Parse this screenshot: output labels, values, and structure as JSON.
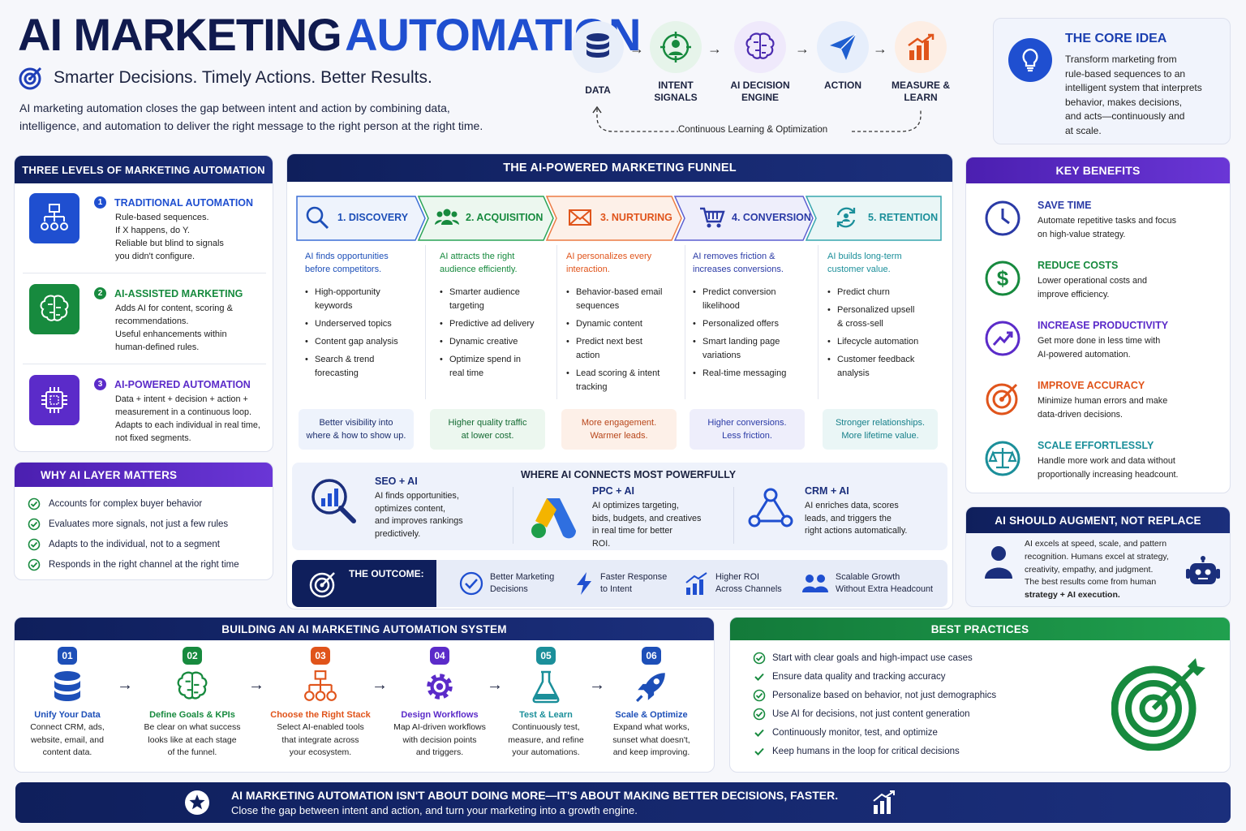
{
  "header": {
    "title_part1": "AI MARKETING",
    "title_part2": "AUTOMATION",
    "subtitle": "Smarter Decisions. Timely Actions. Better Results.",
    "intro_line1": "AI marketing automation closes the gap between intent and action by combining data,",
    "intro_line2": "intelligence, and automation to deliver the right message to the right person at the right time."
  },
  "flow": {
    "items": [
      {
        "label1": "DATA",
        "label2": ""
      },
      {
        "label1": "INTENT",
        "label2": "SIGNALS"
      },
      {
        "label1": "AI DECISION",
        "label2": "ENGINE"
      },
      {
        "label1": "ACTION",
        "label2": ""
      },
      {
        "label1": "MEASURE &",
        "label2": "LEARN"
      }
    ],
    "loop_label": "Continuous Learning & Optimization"
  },
  "core": {
    "title": "THE CORE IDEA",
    "lines": [
      "Transform marketing from",
      "rule-based sequences to an",
      "intelligent system that interprets",
      "behavior, makes decisions,",
      "and acts—continuously and",
      "at scale."
    ]
  },
  "levels": {
    "title": "THREE LEVELS OF MARKETING AUTOMATION",
    "items": [
      {
        "num": "1",
        "title": "TRADITIONAL AUTOMATION",
        "lines": [
          "Rule-based sequences.",
          "If X happens, do Y.",
          "Reliable but blind to signals",
          "you didn't configure."
        ]
      },
      {
        "num": "2",
        "title": "AI-ASSISTED MARKETING",
        "lines": [
          "Adds AI for content, scoring &",
          "recommendations.",
          "Useful enhancements within",
          "human-defined rules."
        ]
      },
      {
        "num": "3",
        "title": "AI-POWERED AUTOMATION",
        "lines": [
          "Data + intent + decision + action +",
          "measurement in a continuous loop.",
          "Adapts to each individual in real time,",
          "not fixed segments."
        ]
      }
    ]
  },
  "why": {
    "title": "WHY AI LAYER MATTERS",
    "items": [
      "Accounts for complex buyer behavior",
      "Evaluates more signals, not just a few rules",
      "Adapts to the individual, not to a segment",
      "Responds in the right channel at the right time"
    ]
  },
  "funnel": {
    "title": "THE AI-POWERED MARKETING FUNNEL",
    "stages": [
      {
        "label": "1. DISCOVERY",
        "color": "#1d4fb8",
        "lead": [
          "AI finds opportunities",
          "before competitors."
        ],
        "bullets": [
          "High-opportunity keywords",
          "Underserved topics",
          "Content gap analysis",
          "Search & trend forecasting"
        ],
        "result": [
          "Better visibility into",
          "where & how to show up."
        ]
      },
      {
        "label": "2. ACQUISITION",
        "color": "#178a3e",
        "lead": [
          "AI attracts the right",
          "audience efficiently."
        ],
        "bullets": [
          "Smarter audience targeting",
          "Predictive ad delivery",
          "Dynamic creative",
          "Optimize spend in real time"
        ],
        "result": [
          "Higher quality traffic",
          "at lower cost."
        ]
      },
      {
        "label": "3. NURTURING",
        "color": "#e0541b",
        "lead": [
          "AI personalizes every",
          "interaction."
        ],
        "bullets": [
          "Behavior-based email sequences",
          "Dynamic content",
          "Predict next best action",
          "Lead scoring & intent tracking"
        ],
        "result": [
          "More engagement.",
          "Warmer leads."
        ]
      },
      {
        "label": "4. CONVERSION",
        "color": "#2a3aa6",
        "lead": [
          "AI removes friction &",
          "increases conversions."
        ],
        "bullets": [
          "Predict conversion likelihood",
          "Personalized offers",
          "Smart landing page variations",
          "Real-time messaging"
        ],
        "result": [
          "Higher conversions.",
          "Less friction."
        ]
      },
      {
        "label": "5. RETENTION",
        "color": "#1b8f9a",
        "lead": [
          "AI builds long-term",
          "customer value."
        ],
        "bullets": [
          "Predict churn",
          "Personalized upsell & cross-sell",
          "Lifecycle automation",
          "Customer feedback analysis"
        ],
        "result": [
          "Stronger relationships.",
          "More lifetime value."
        ]
      }
    ]
  },
  "connects": {
    "title": "WHERE AI CONNECTS MOST POWERFULLY",
    "items": [
      {
        "title": "SEO + AI",
        "lines": [
          "AI finds opportunities,",
          "optimizes content,",
          "and improves rankings",
          "predictively."
        ]
      },
      {
        "title": "PPC + AI",
        "lines": [
          "AI optimizes targeting,",
          "bids, budgets, and creatives",
          "in real time for better",
          "ROI."
        ]
      },
      {
        "title": "CRM + AI",
        "lines": [
          "AI enriches data, scores",
          "leads, and triggers the",
          "right actions automatically."
        ]
      }
    ]
  },
  "outcome": {
    "title": "THE OUTCOME:",
    "items": [
      {
        "l1": "Better Marketing",
        "l2": "Decisions"
      },
      {
        "l1": "Faster Response",
        "l2": "to Intent"
      },
      {
        "l1": "Higher ROI",
        "l2": "Across Channels"
      },
      {
        "l1": "Scalable Growth",
        "l2": "Without Extra Headcount"
      }
    ]
  },
  "benefits": {
    "title": "KEY BENEFITS",
    "items": [
      {
        "title": "SAVE TIME",
        "color": "#2a3aa6",
        "lines": [
          "Automate repetitive tasks and focus",
          "on high-value strategy."
        ]
      },
      {
        "title": "REDUCE COSTS",
        "color": "#178a3e",
        "lines": [
          "Lower operational costs and",
          "improve efficiency."
        ]
      },
      {
        "title": "INCREASE PRODUCTIVITY",
        "color": "#5b2bc9",
        "lines": [
          "Get more done in less time with",
          "AI-powered automation."
        ]
      },
      {
        "title": "IMPROVE ACCURACY",
        "color": "#e0541b",
        "lines": [
          "Minimize human errors and make",
          "data-driven decisions."
        ]
      },
      {
        "title": "SCALE EFFORTLESSLY",
        "color": "#1b8f9a",
        "lines": [
          "Handle more work and data without",
          "proportionally increasing headcount."
        ]
      }
    ]
  },
  "augment": {
    "title": "AI SHOULD AUGMENT, NOT REPLACE",
    "lines": [
      "AI excels at speed, scale, and pattern",
      "recognition. Humans excel at strategy,",
      "creativity, empathy, and judgment.",
      "The best results come from human"
    ],
    "last": "strategy + AI execution."
  },
  "build": {
    "title": "BUILDING AN AI MARKETING AUTOMATION SYSTEM",
    "steps": [
      {
        "num": "01",
        "color": "#1d4fb8",
        "title": "Unify Your Data",
        "lines": [
          "Connect CRM, ads,",
          "website, email, and",
          "content data."
        ]
      },
      {
        "num": "02",
        "color": "#178a3e",
        "title": "Define Goals & KPIs",
        "lines": [
          "Be clear on what success",
          "looks like at each stage",
          "of the funnel."
        ]
      },
      {
        "num": "03",
        "color": "#e0541b",
        "title": "Choose the Right Stack",
        "lines": [
          "Select AI-enabled tools",
          "that integrate across",
          "your ecosystem."
        ]
      },
      {
        "num": "04",
        "color": "#5b2bc9",
        "title": "Design Workflows",
        "lines": [
          "Map AI-driven workflows",
          "with decision points",
          "and triggers."
        ]
      },
      {
        "num": "05",
        "color": "#1b8f9a",
        "title": "Test & Learn",
        "lines": [
          "Continuously test,",
          "measure, and refine",
          "your automations."
        ]
      },
      {
        "num": "06",
        "color": "#1d4fb8",
        "title": "Scale & Optimize",
        "lines": [
          "Expand what works,",
          "sunset what doesn't,",
          "and keep improving."
        ]
      }
    ]
  },
  "practices": {
    "title": "BEST PRACTICES",
    "items": [
      "Start with clear goals and high-impact use cases",
      "Ensure data quality and tracking accuracy",
      "Personalize based on behavior, not just demographics",
      "Use AI for decisions, not just content generation",
      "Continuously monitor, test, and optimize",
      "Keep humans in the loop for critical decisions"
    ]
  },
  "footer": {
    "line1": "AI MARKETING AUTOMATION ISN'T ABOUT DOING MORE—IT'S ABOUT MAKING BETTER DECISIONS, FASTER.",
    "line2": "Close the gap between intent and action, and turn your marketing into a growth engine."
  }
}
